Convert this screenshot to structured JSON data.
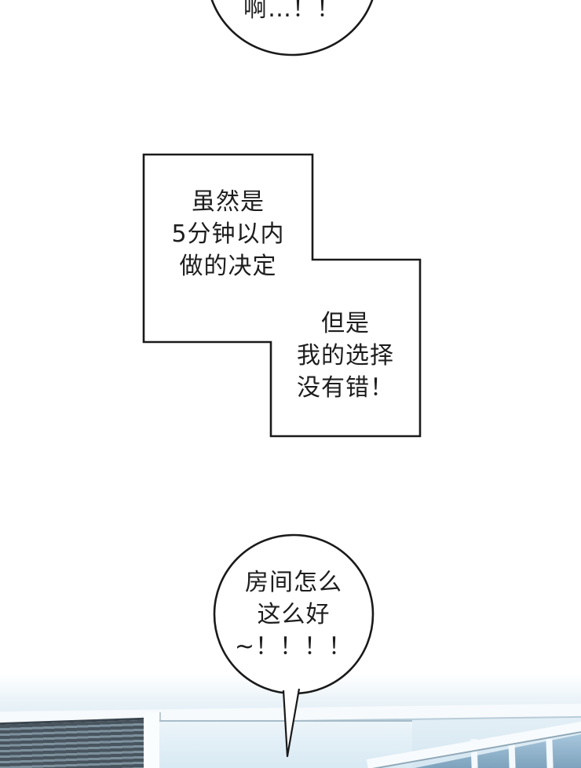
{
  "bubbles": {
    "top": {
      "text": "啊…！！"
    },
    "box_left": {
      "lines": [
        "虽然是",
        "5分钟以内",
        "做的决定"
      ]
    },
    "box_right": {
      "lines": [
        "但是",
        "我的选择",
        "没有错！"
      ]
    },
    "bottom": {
      "lines": [
        "房间怎么",
        "这么好",
        "~！！！！"
      ]
    }
  },
  "colors": {
    "ink": "#1d1d1d",
    "paper": "#ffffff",
    "scene_blue": "#d4e6f1",
    "blinds_dark": "#48545e"
  }
}
